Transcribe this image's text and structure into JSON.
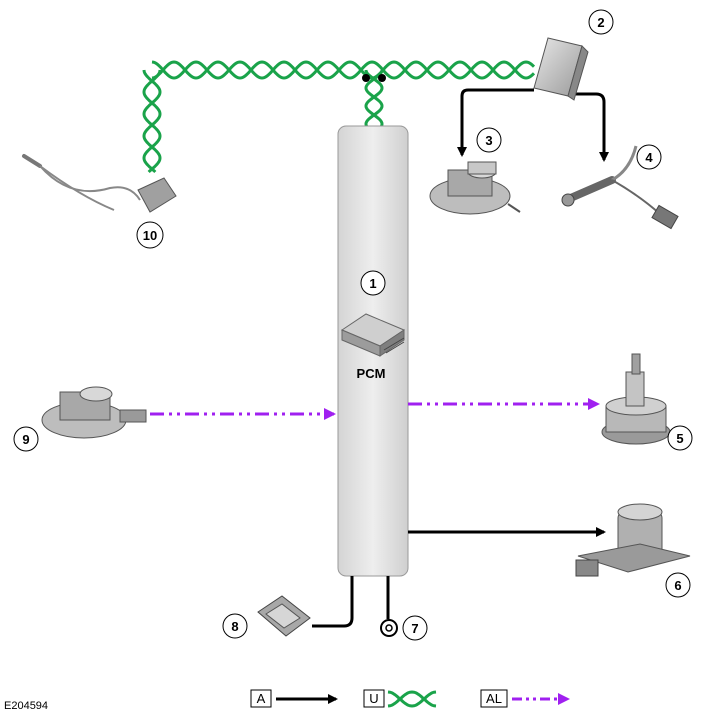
{
  "figure_id": "E204594",
  "pcm_label": "PCM",
  "callouts": [
    "1",
    "2",
    "3",
    "4",
    "5",
    "6",
    "7",
    "8",
    "9",
    "10"
  ],
  "legend": [
    {
      "label": "A",
      "line": "solid-arrow"
    },
    {
      "label": "U",
      "line": "twisted-pair"
    },
    {
      "label": "AL",
      "line": "dash-dot-arrow"
    }
  ],
  "colors": {
    "twisted_pair": "#1aa34a",
    "signal": "#a020f0",
    "wire": "#000000"
  }
}
